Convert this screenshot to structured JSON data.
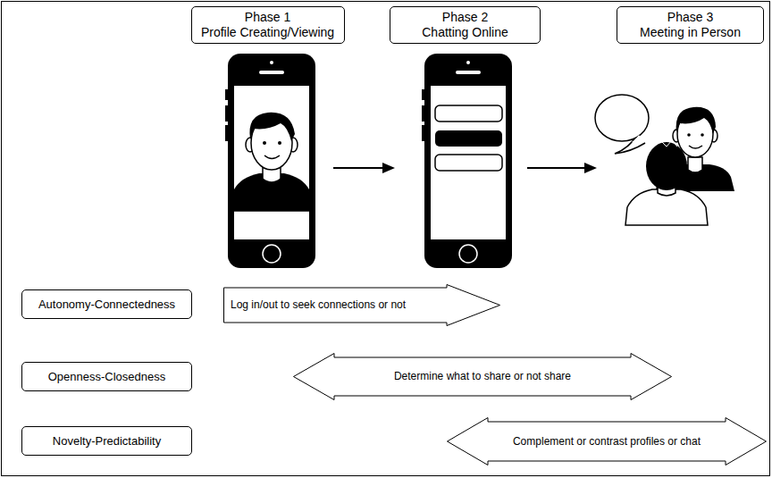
{
  "diagram": {
    "nodes": [
      {
        "text": [
          "Phase 1",
          "Profile Creating/Viewing"
        ]
      },
      {
        "text": [
          "Phase 2",
          "Chatting Online"
        ]
      },
      {
        "text": [
          "Phase 3",
          "Meeting in Person"
        ]
      },
      {
        "text": [
          "Autonomy-Connectedness"
        ]
      },
      {
        "text": [
          "Log in/out to seek connections or not"
        ]
      },
      {
        "text": [
          "Openness-Closedness"
        ]
      },
      {
        "text": [
          "Determine what to share or not share"
        ]
      },
      {
        "text": [
          "Novelty-Predictability"
        ]
      },
      {
        "text": [
          "Complement or contrast profiles or chat"
        ]
      }
    ]
  }
}
